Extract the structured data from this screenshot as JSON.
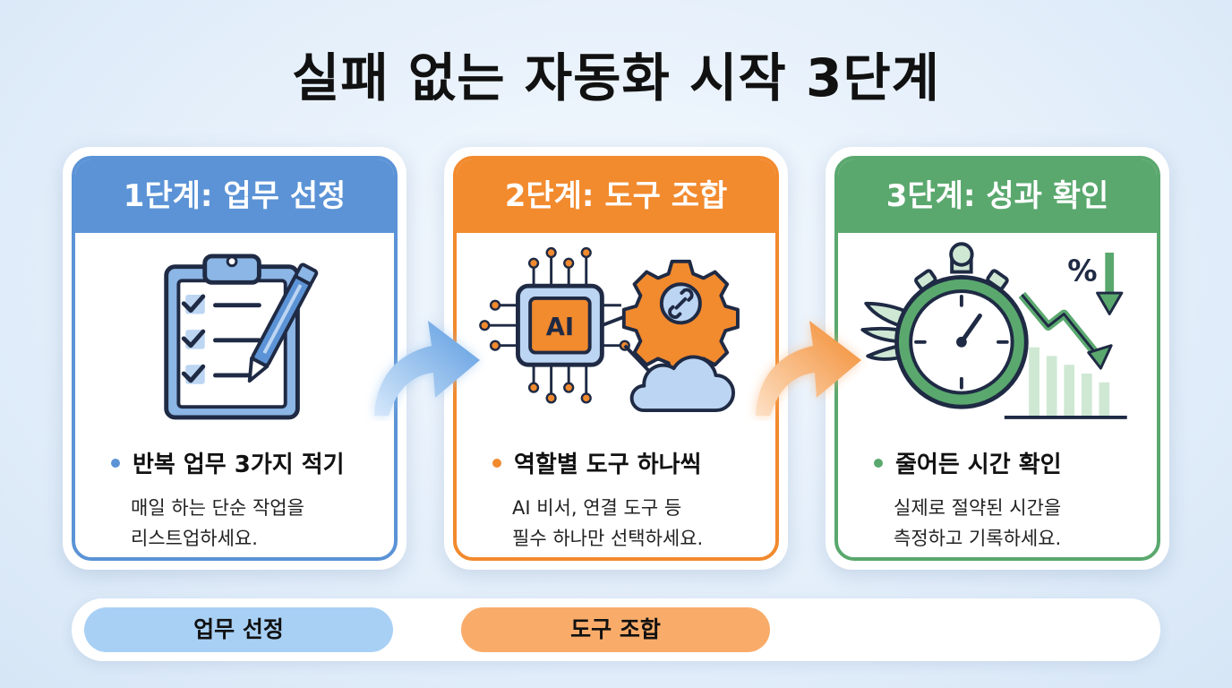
{
  "title": "실패 없는 자동화 시작 3단계",
  "colors": {
    "blue": "#5b93d6",
    "orange": "#f28a2e",
    "green": "#5aa86e"
  },
  "steps": [
    {
      "header": "1단계: 업무 선정",
      "bullet": "반복 업무 3가지 적기",
      "desc_line1": "매일 하는 단순 작업을",
      "desc_line2": "리스트업하세요."
    },
    {
      "header": "2단계: 도구 조합",
      "bullet": "역할별 도구 하나씩",
      "desc_line1": "AI 비서, 연결 도구 등",
      "desc_line2": "필수 하나만 선택하세요."
    },
    {
      "header": "3단계: 성과 확인",
      "bullet": "줄어든 시간 확인",
      "desc_line1": "실제로 절약된 시간을",
      "desc_line2": "측정하고 기록하세요."
    }
  ],
  "icons": {
    "step1": "clipboard-checklist-icon",
    "step2": "ai-chip-gear-cloud-icon",
    "step3": "stopwatch-chart-icon",
    "ai_chip_label": "AI",
    "percent_label": "%"
  },
  "progress": {
    "pill1": "업무 선정",
    "pill2": "도구 조합"
  }
}
